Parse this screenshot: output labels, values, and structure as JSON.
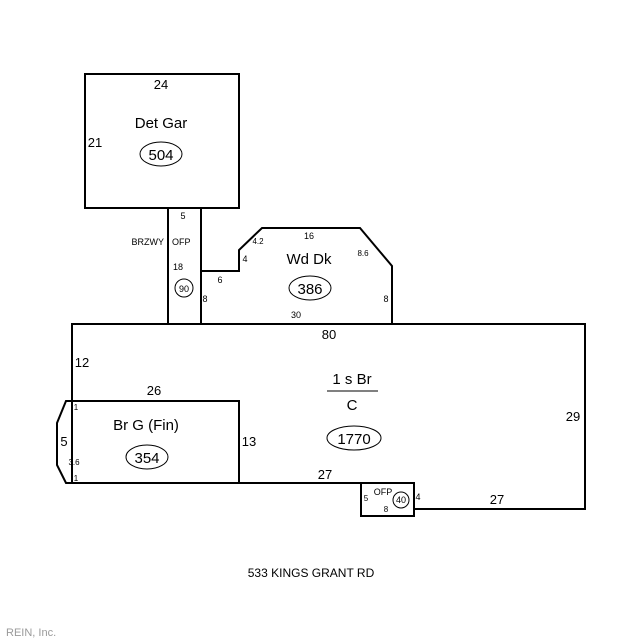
{
  "sketch": {
    "address": "533 KINGS GRANT RD",
    "credit": "REIN, Inc.",
    "garage": {
      "label": "Det Gar",
      "area": "504",
      "dims": {
        "top": "24",
        "left": "21"
      }
    },
    "breezeway": {
      "label_left": "BRZWY",
      "label_right": "OFP",
      "area": "90",
      "dims": {
        "top": "5",
        "left": "18",
        "right": "8"
      }
    },
    "deck": {
      "label": "Wd Dk",
      "area": "386",
      "dims": {
        "top": "16",
        "bottom": "30",
        "right": "8",
        "left_step": "6",
        "left_short": "4",
        "left_angle": "4.2",
        "right_angle": "8.6"
      }
    },
    "house": {
      "label_top": "1 s Br",
      "label_bottom": "C",
      "area": "1770",
      "dims": {
        "top": "80",
        "left": "12",
        "right": "29",
        "bottom_mid": "27",
        "bottom_right": "27"
      }
    },
    "br_garage": {
      "label": "Br G (Fin)",
      "area": "354",
      "dims": {
        "top": "26",
        "left": "5",
        "right": "13",
        "chamfer_top": "1",
        "chamfer_mid": "3.6",
        "chamfer_bottom": "1"
      }
    },
    "porch": {
      "label": "OFP",
      "area": "40",
      "dims": {
        "left": "5",
        "bottom": "8",
        "right": "4"
      }
    }
  }
}
